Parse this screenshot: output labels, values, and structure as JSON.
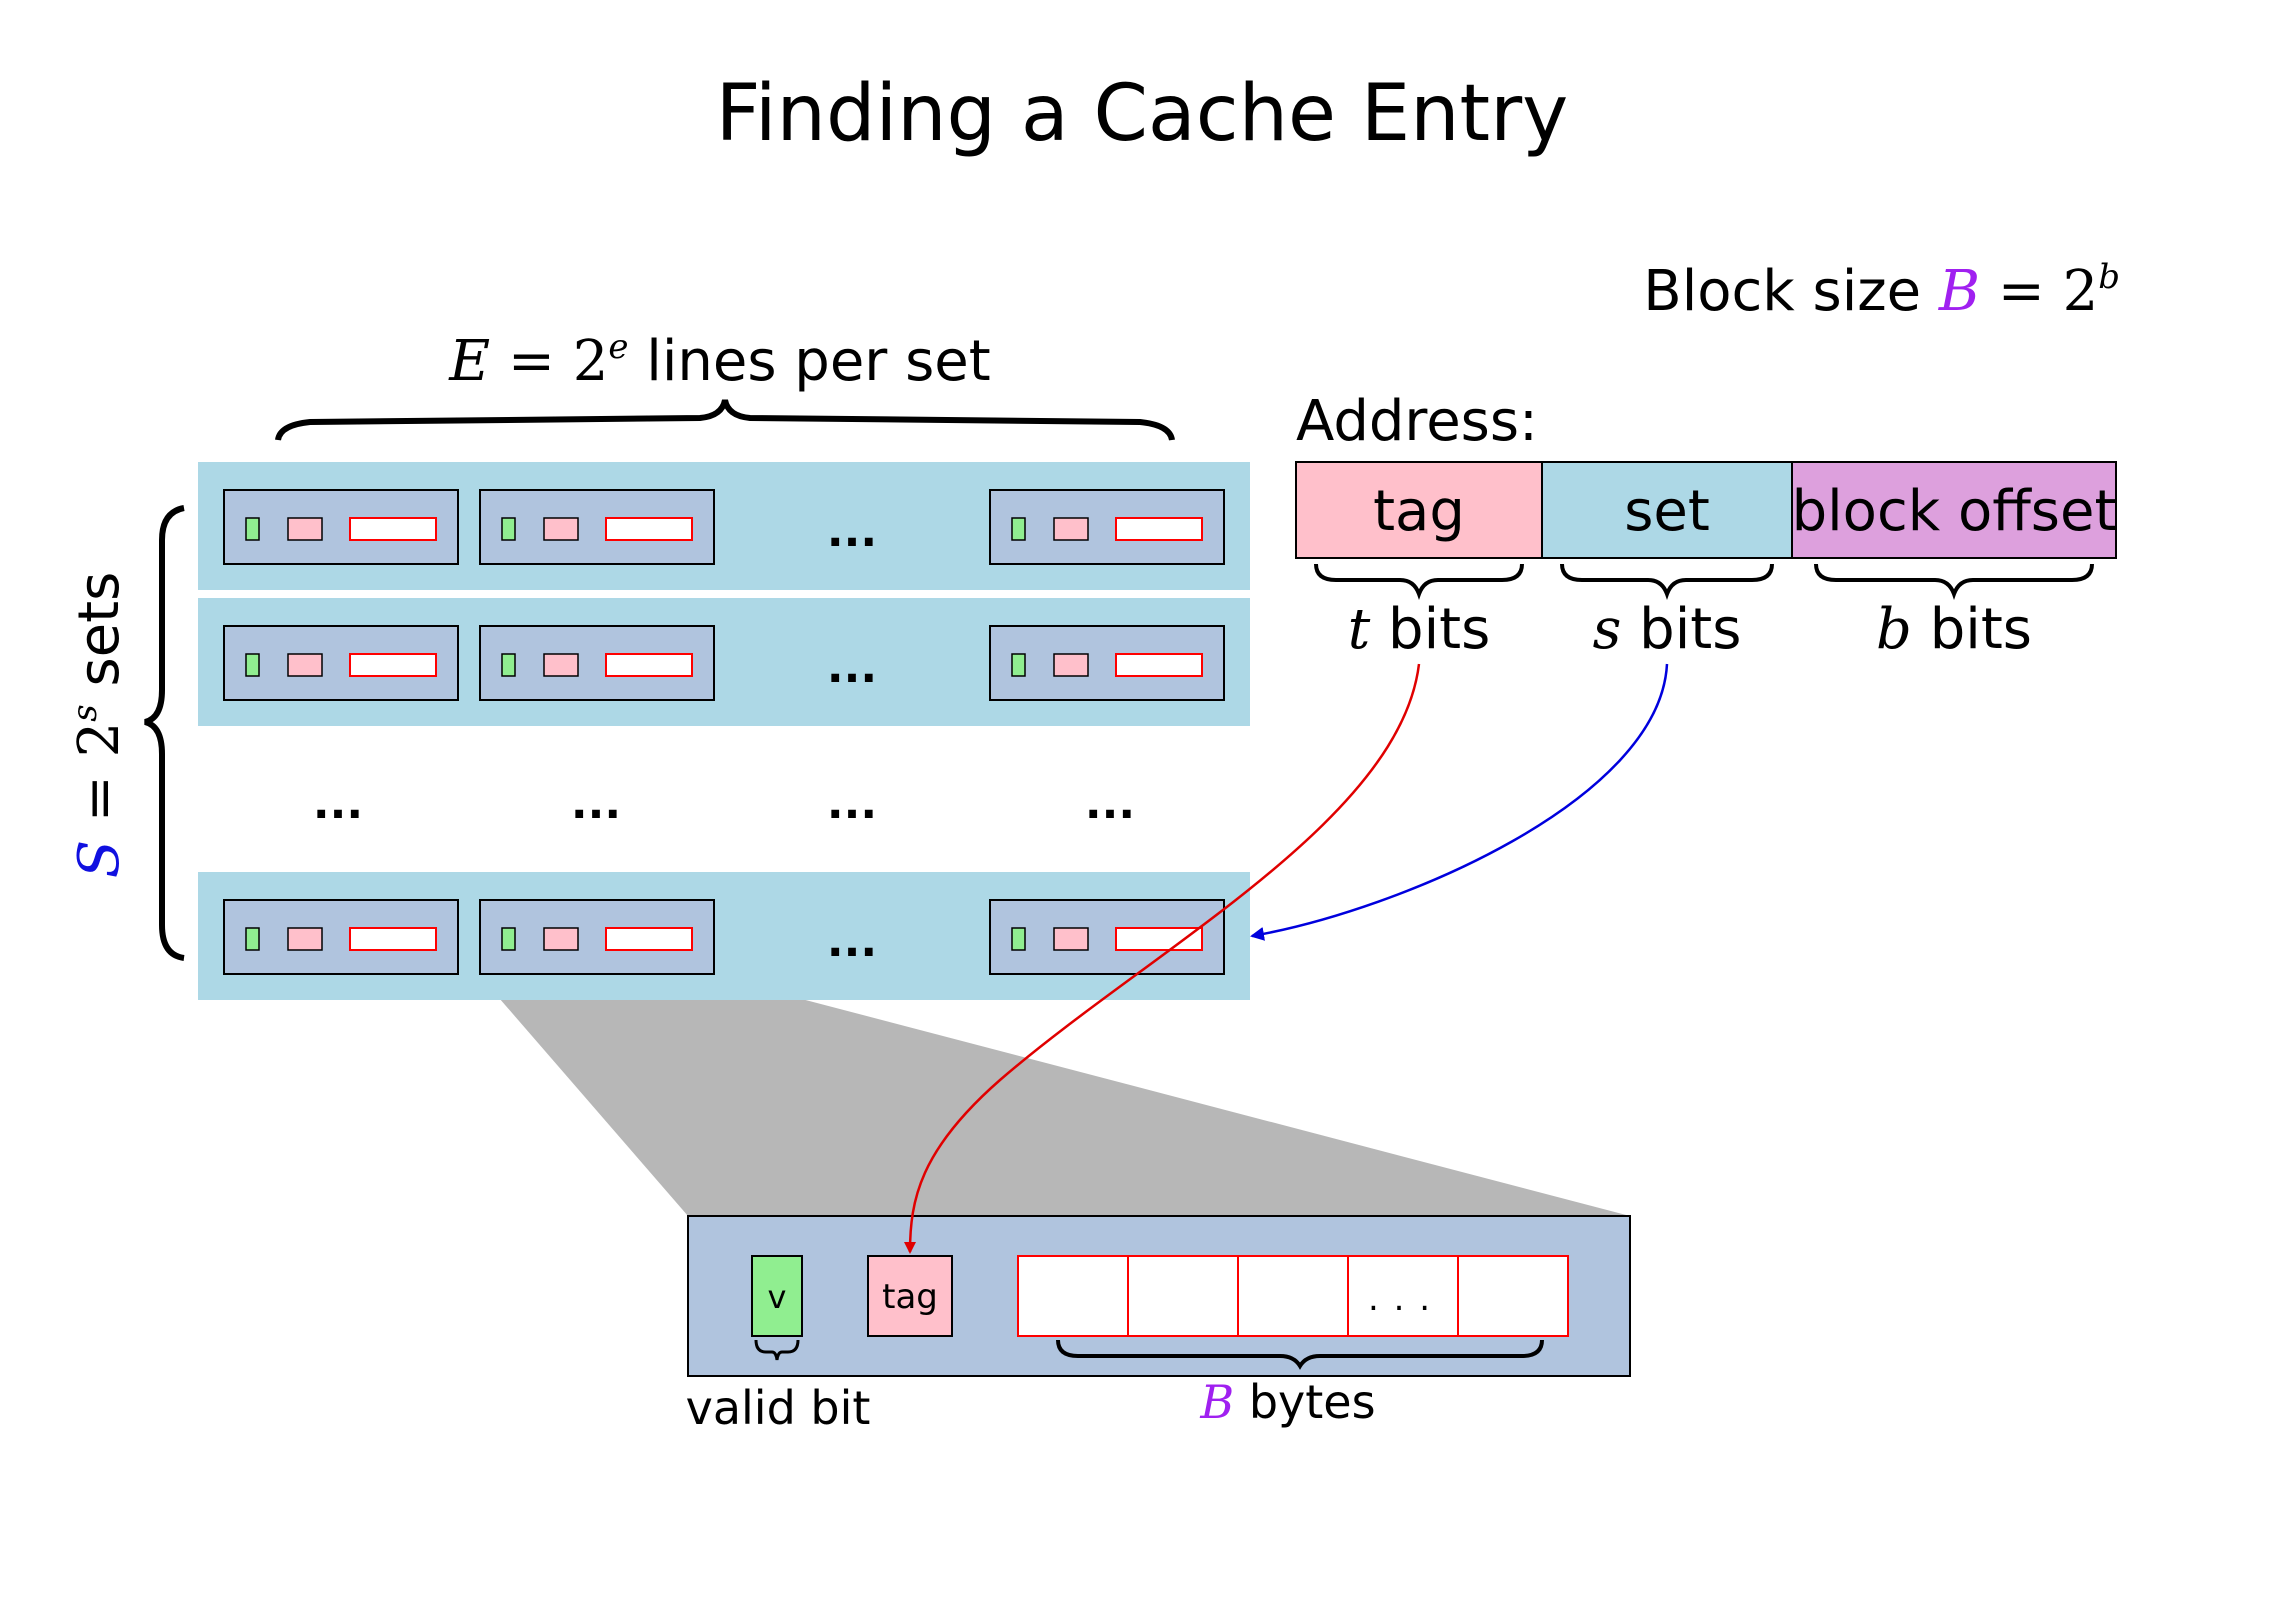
{
  "title": "Finding a Cache Entry",
  "block_size": {
    "prefix": "Block size ",
    "var": "B",
    "eq": " = 2",
    "exp": "b"
  },
  "lines_per_set": {
    "var": "E",
    "eq": " = 2",
    "exp": "e",
    "suffix": " lines per set"
  },
  "sets_label": {
    "var": "S",
    "eq": " = 2",
    "exp": "s",
    "suffix": " sets"
  },
  "address": {
    "label": "Address:",
    "fields": [
      {
        "label": "tag",
        "bits_var": "t",
        "bits_suffix": " bits",
        "color": "#ffc0cb"
      },
      {
        "label": "set",
        "bits_var": "s",
        "bits_suffix": " bits",
        "color": "#add8e6"
      },
      {
        "label": "block offset",
        "bits_var": "b",
        "bits_suffix": " bits",
        "color": "#dda0dd"
      }
    ]
  },
  "grid": {
    "ellipsis": "...",
    "rows": 4,
    "columns": 4
  },
  "detail": {
    "valid": "v",
    "tag": "tag",
    "bytes_ellipsis": ". . .",
    "valid_bit_label": "valid bit",
    "bytes_label": {
      "var": "B",
      "suffix": " bytes"
    }
  },
  "colors": {
    "set_row": "#add8e6",
    "line_box": "#b0c4de",
    "valid": "#90ee90",
    "tag": "#ffc0cb",
    "data_border": "#ff0000",
    "highlight_var": "#a020f0",
    "sets_var": "#1010e0",
    "arrow_tag": "#e00000",
    "arrow_set": "#0000dd",
    "zoom_shade": "#999999"
  }
}
